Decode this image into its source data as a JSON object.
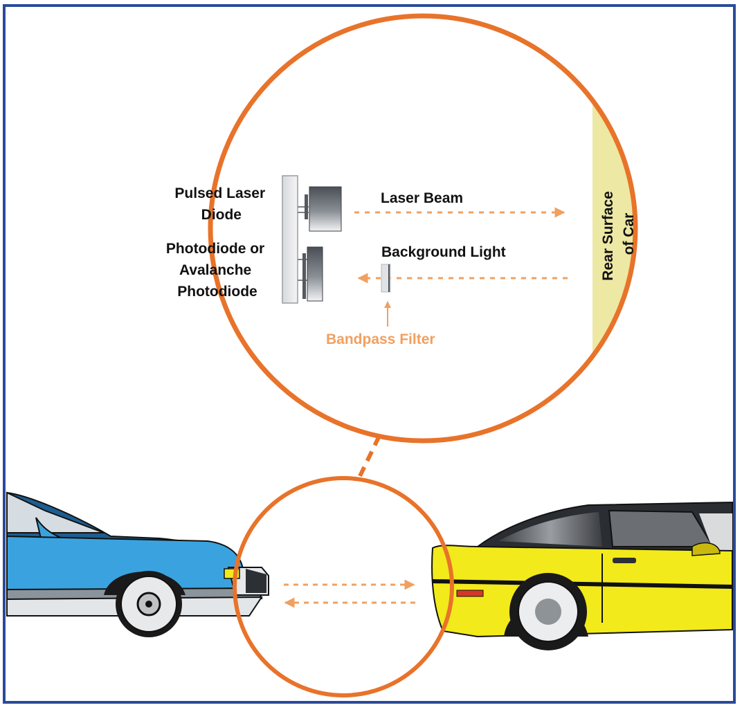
{
  "labels": {
    "pulsed_laser_diode": [
      "Pulsed Laser",
      "Diode"
    ],
    "photodiode": [
      "Photodiode or",
      "Avalanche",
      "Photodiode"
    ],
    "laser_beam": "Laser Beam",
    "background_light": "Background Light",
    "bandpass_filter": "Bandpass Filter",
    "rear_surface": [
      "Rear Surface",
      "of Car"
    ]
  },
  "colors": {
    "frame": "#2b4a9a",
    "circle": "#e8732a",
    "beam": "#f0a060",
    "rear_surface": "#ede8a3",
    "blue_car": "#3aa3df",
    "yellow_car": "#f2ea1b"
  },
  "icons": [
    "pulsed-laser-diode-icon",
    "photodiode-icon",
    "bandpass-filter-icon",
    "blue-car-icon",
    "yellow-car-icon"
  ]
}
